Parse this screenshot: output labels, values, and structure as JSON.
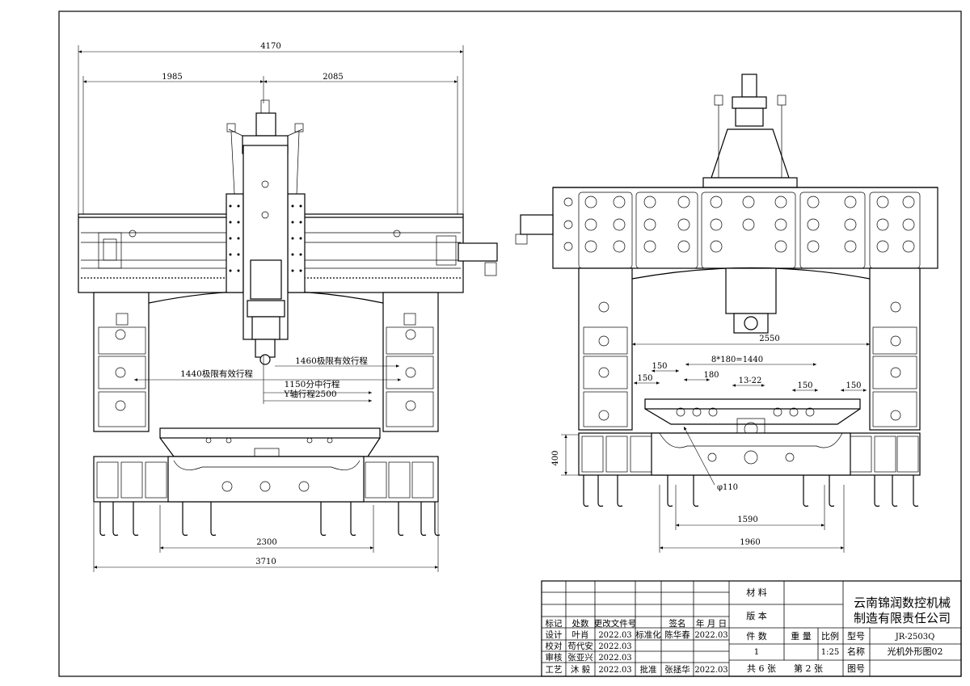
{
  "front_view": {
    "dims": {
      "overall_top": "4170",
      "left_half": "1985",
      "right_half": "2085",
      "x_stroke": "1440极限有效行程",
      "z_stroke": "1460极限有效行程",
      "center_stroke": "1150分中行程",
      "y_stroke": "Y轴行程2500",
      "base_inner": "2300",
      "base_outer": "3710"
    }
  },
  "side_view": {
    "dims": {
      "width_main": "2550",
      "slots": "8*180=1440",
      "p150_a": "150",
      "p150_b": "150",
      "p180": "180",
      "p13_22": "13-22",
      "p150_c": "150",
      "p150_d": "150",
      "height_400": "400",
      "dia_110": "φ110",
      "w1590": "1590",
      "w1960": "1960"
    }
  },
  "title_block": {
    "company_line1": "云南锦润数控机械",
    "company_line2": "制造有限责任公司",
    "material_label": "材 料",
    "version_label": "版 本",
    "header_mark": "标记",
    "header_count": "处数",
    "header_doc": "更改文件号",
    "header_sign": "签名",
    "header_date": "年 月 日",
    "design_label": "设计",
    "design_name": "叶肖",
    "design_date": "2022.03",
    "std_label": "标准化",
    "std_name": "陈华春",
    "std_date": "2022.03",
    "check_label": "校对",
    "check_name": "苟代安",
    "check_date": "2022.03",
    "review_label": "审核",
    "review_name": "张亚兴",
    "review_date": "2022.03",
    "craft_label": "工艺",
    "craft_name": "沐 毅",
    "craft_date": "2022.03",
    "approve_label": "批准",
    "approve_name": "张拯华",
    "approve_date": "2022.03",
    "pieces_label": "件 数",
    "weight_label": "重 量",
    "scale_label": "比例",
    "model_label": "型号",
    "model_value": "JR-2503Q",
    "pieces_value": "1",
    "scale_value": "1:25",
    "name_label": "名称",
    "name_value": "光机外形图02",
    "total_sheets": "共 6 张",
    "sheet_no": "第 2 张",
    "drawing_no_label": "图号"
  }
}
